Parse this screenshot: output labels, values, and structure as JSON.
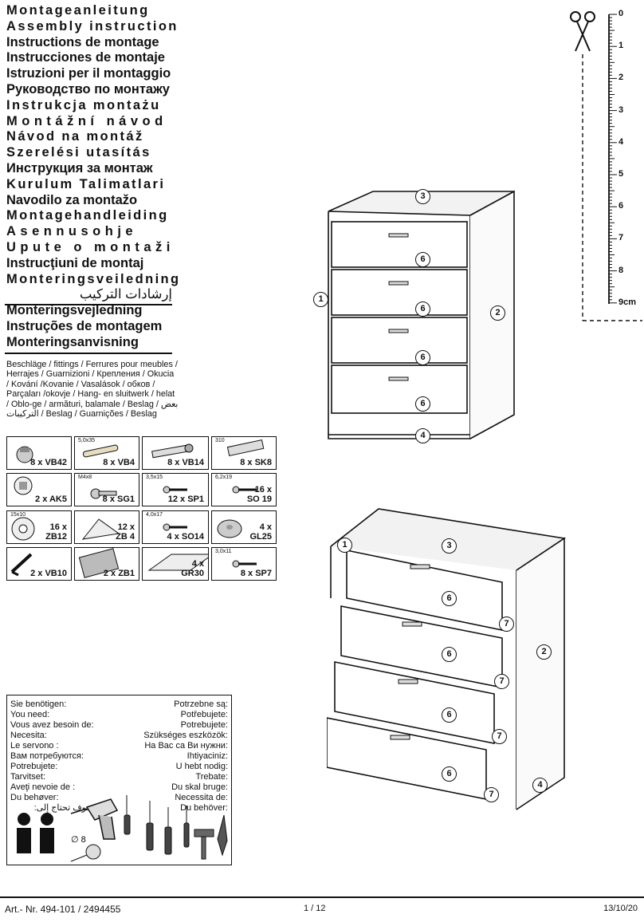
{
  "titles": [
    "Montageanleitung",
    "Assembly instruction",
    "Instructions de montage",
    "Instrucciones de montaje",
    "Istruzioni per il montaggio",
    "Руководство по монтажу",
    "Instrukcja montażu",
    "Montážní návod",
    "Návod na montáž",
    "Szerelési utasítás",
    "Инструкция за монтаж",
    "Kurulum Talimatlari",
    "Navodilo za montažo",
    "Montagehandleiding",
    "Asennusohje",
    "Upute o montaži",
    "Instrucţiuni de montaj",
    "Monteringsveiledning",
    "إرشادات التركيب",
    "Monteringsvejledning",
    "Instruções de montagem",
    "Monteringsanvisning"
  ],
  "fittings_text": "Beschläge / fittings / Ferrures pour meubles / Herrajes / Guarnizioni / Крепления / Okucia / Kování /Kovanie / Vasalások / обков / Parçaları /okovje / Hang- en sluitwerk / helat / Oblo-ge / armături, balamale / Beslag / بعض التركيبات / Beslag / Guarnições / Beslag",
  "parts": [
    {
      "size": "",
      "qty": "8 x VB42",
      "icon": "cam-lock-icon"
    },
    {
      "size": "5,0x35",
      "qty": "8 x VB4",
      "icon": "dowel-icon"
    },
    {
      "size": "",
      "qty": "8 x VB14",
      "icon": "cam-bolt-icon"
    },
    {
      "size": "310",
      "qty": "8 x SK8",
      "icon": "drawer-runner-icon"
    },
    {
      "size": "",
      "qty": "2 x AK5",
      "icon": "plastic-cap-icon"
    },
    {
      "size": "M4x8",
      "qty": "8 x SG1",
      "icon": "machine-screw-icon"
    },
    {
      "size": "3,5x15",
      "qty": "12 x SP1",
      "icon": "screw-icon"
    },
    {
      "size": "6,2x19",
      "qty": "16 x\nSO 19",
      "icon": "screw-icon"
    },
    {
      "size": "15x10",
      "qty": "16 x\nZB12",
      "icon": "felt-pad-icon"
    },
    {
      "size": "",
      "qty": "12 x\nZB 4",
      "icon": "corner-bracket-icon"
    },
    {
      "size": "4,0x17",
      "qty": "4 x SO14",
      "icon": "screw-icon"
    },
    {
      "size": "",
      "qty": "4 x\nGL25",
      "icon": "glide-icon"
    },
    {
      "size": "",
      "qty": "2 x VB10",
      "icon": "anti-tip-bracket-icon"
    },
    {
      "size": "",
      "qty": "2 x ZB1",
      "icon": "safety-label-icon"
    },
    {
      "size": "",
      "qty": "4 x\nGR30",
      "icon": "handle-icon"
    },
    {
      "size": "3,0x11",
      "qty": "8 x SP7",
      "icon": "screw-icon"
    }
  ],
  "you_need": {
    "left": [
      "Sie benötigen:",
      "You need:",
      "Vous avez besoin de:",
      "Necesita:",
      "Le servono :",
      "Вам потребуются:",
      "Potrebujete:",
      "Tarvitset:",
      "Aveţi nevoie de :",
      "Du behøver:",
      "سوف تحتاج إلى:"
    ],
    "right": [
      "Potrzebne są:",
      "Potřebujete:",
      "Potrebujete:",
      "Szükséges eszközök:",
      "На Вас са Ви нужни:",
      "Ihtiyaciniz:",
      "U hebt nodig:",
      "Trebate:",
      "Du skal bruge:",
      "Necessita de:",
      "Du behöver:"
    ],
    "drill_size": "∅ 8"
  },
  "ruler": {
    "labels": [
      "0",
      "1",
      "2",
      "3",
      "4",
      "5",
      "6",
      "7",
      "8",
      "9cm"
    ]
  },
  "callouts": {
    "top": [
      "3",
      "1",
      "2",
      "6",
      "6",
      "6",
      "6",
      "4"
    ],
    "bottom": [
      "1",
      "3",
      "6",
      "7",
      "2",
      "6",
      "7",
      "6",
      "7",
      "6",
      "7",
      "4"
    ]
  },
  "footer": {
    "article": "Art.- Nr. 494-101 / 2494455",
    "page": "1 / 12",
    "date": "13/10/20"
  }
}
